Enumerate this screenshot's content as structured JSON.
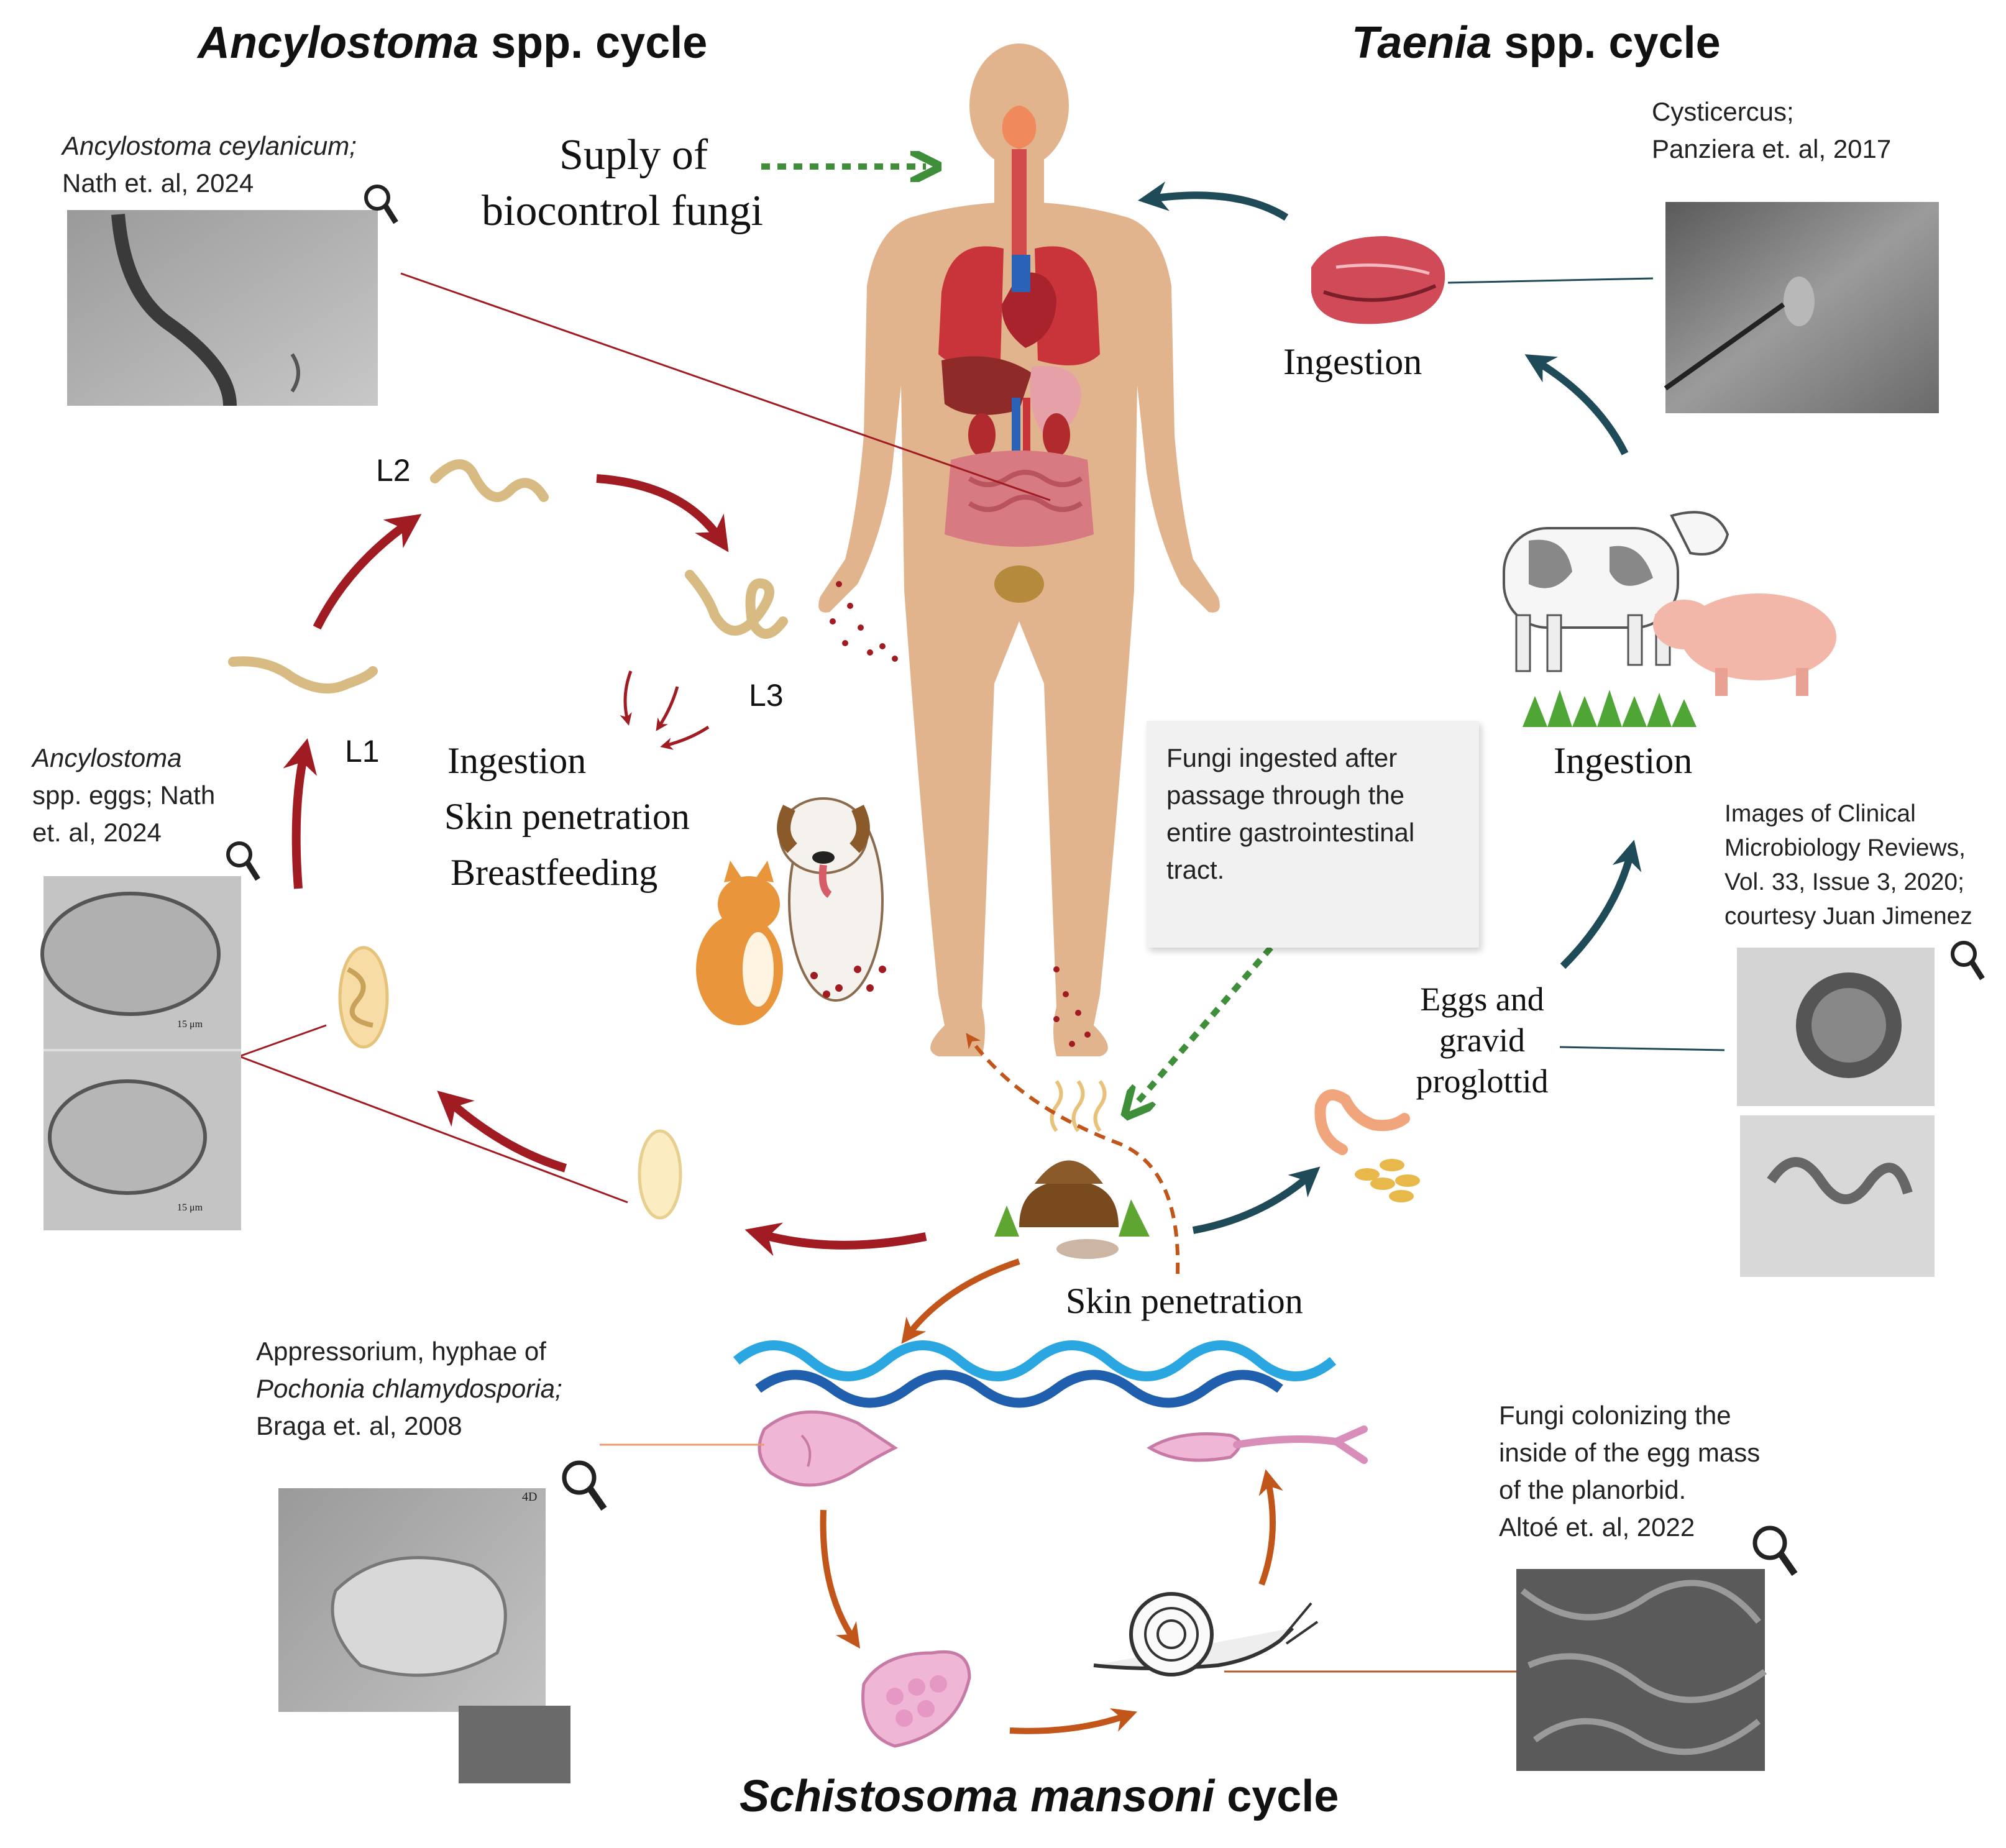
{
  "titles": {
    "ancylostoma_italic": "Ancylostoma",
    "ancylostoma_rest": " spp. cycle",
    "taenia_italic": "Taenia",
    "taenia_rest": " spp. cycle",
    "schistosoma_italic": "Schistosoma mansoni",
    "schistosoma_rest": " cycle"
  },
  "supply": {
    "line1": "Suply of",
    "line2": "biocontrol fungi"
  },
  "ancylostoma": {
    "larvae": {
      "l1": "L1",
      "l2": "L2",
      "l3": "L3"
    },
    "routes": [
      "Ingestion",
      "Skin penetration",
      "Breastfeeding"
    ],
    "card_adult": {
      "italic": "Ancylostoma ceylanicum;",
      "rest": "Nath et. al, 2024"
    },
    "card_eggs": {
      "italic": "Ancylostoma",
      "line2": "spp. eggs; Nath",
      "line3": "et. al, 2024"
    },
    "scale_label": "15 μm"
  },
  "taenia": {
    "ingestion_top": "Ingestion",
    "ingestion_animals": "Ingestion",
    "eggs_label": [
      "Eggs and",
      "gravid",
      "proglottid"
    ],
    "card_cysticercus": {
      "line1": "Cysticercus;",
      "line2": "Panziera et. al, 2017"
    },
    "card_clinical": [
      "Images of Clinical",
      "Microbiology Reviews,",
      "Vol. 33, Issue 3, 2020;",
      "courtesy Juan Jimenez"
    ]
  },
  "center_note": [
    "Fungi ingested after",
    "passage through the",
    "entire gastrointestinal",
    "tract."
  ],
  "skin_penetration": "Skin penetration",
  "schistosoma": {
    "card_pochonia": {
      "line1": "Appressorium, hyphae of",
      "italic": "Pochonia chlamydosporia;",
      "line3": "Braga et. al, 2008"
    },
    "card_fungi": [
      "Fungi colonizing the",
      "inside of the egg mass",
      "of the planorbid.",
      "Altoé et. al, 2022"
    ],
    "micro_label": "4D"
  },
  "colors": {
    "ancylostoma_arrow": "#a01c22",
    "taenia_arrow": "#1f4a57",
    "schistosoma_arrow": "#c2551a",
    "fungi_dashed": "#3f8f3a",
    "skin": "#e2b48e",
    "water": "#2aa7e0"
  }
}
